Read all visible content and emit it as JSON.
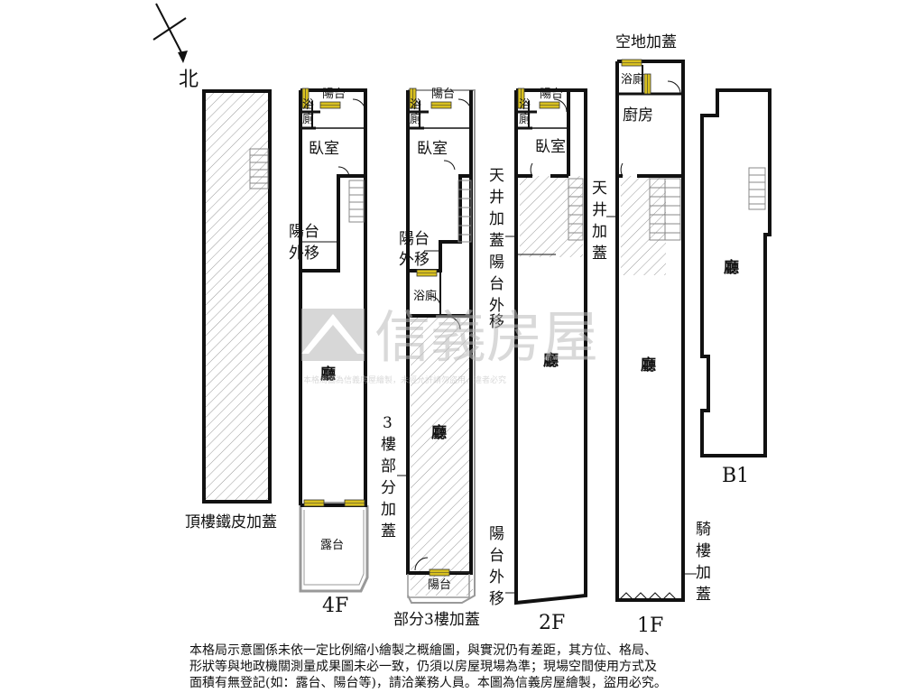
{
  "north": "北",
  "watermark": {
    "brand": "信義房屋",
    "notice": "本格局圖為信義房屋繪製，未經允許請勿盜用，違者必究"
  },
  "roof": {
    "note": "頂樓鐵皮加蓋"
  },
  "floor4": {
    "floor": "4F",
    "balcony": "陽台",
    "bath": [
      "浴",
      "廁"
    ],
    "bedroom": "臥室",
    "balcony_shift": [
      "陽台",
      "外移"
    ],
    "hall": "廳",
    "terrace": "露台"
  },
  "floor3": {
    "caption": "部分3樓加蓋",
    "balcony": "陽台",
    "bath": [
      "浴",
      "廁"
    ],
    "bedroom": "臥室",
    "balcony_shift": [
      "陽台",
      "外移"
    ],
    "bath2": "浴廁",
    "hall": "廳",
    "partial_note": [
      "3",
      "樓",
      "部",
      "分",
      "加",
      "蓋"
    ],
    "back_balcony": "陽台"
  },
  "floor2": {
    "floor": "2F",
    "balcony": "陽台",
    "bath": [
      "浴",
      "廁"
    ],
    "bedroom": "臥室",
    "skylight_note": [
      "天",
      "井",
      "加",
      "蓋",
      "陽",
      "台",
      "外",
      "移"
    ],
    "hall": "廳",
    "balcony_shift": [
      "陽",
      "台",
      "外",
      "移"
    ]
  },
  "floor1": {
    "floor": "1F",
    "vacant_land": "空地加蓋",
    "bath": "浴廁",
    "kitchen": "廚房",
    "skylight_note": [
      "天",
      "井",
      "加",
      "蓋"
    ],
    "hall": "廳",
    "arcade_note": [
      "騎",
      "樓",
      "加",
      "蓋"
    ]
  },
  "basement": {
    "floor": "B1",
    "hall": "廳"
  },
  "disclaimer": [
    "本格局示意圖係未依一定比例縮小繪製之概繪圖，與實況仍有差距，其方位、格局、",
    "形狀等與地政機關測量成果圖未必一致，仍須以房屋現場為準；現場空間使用方式及",
    "面積有無登記(如：露台、陽台等)，請洽業務人員。本圖為信義房屋繪製，盜用必究。"
  ],
  "colors": {
    "wall": "#111111",
    "hatch": "#9a9a9a",
    "window": "#d8c020",
    "watermark": "#bbbbbb"
  }
}
